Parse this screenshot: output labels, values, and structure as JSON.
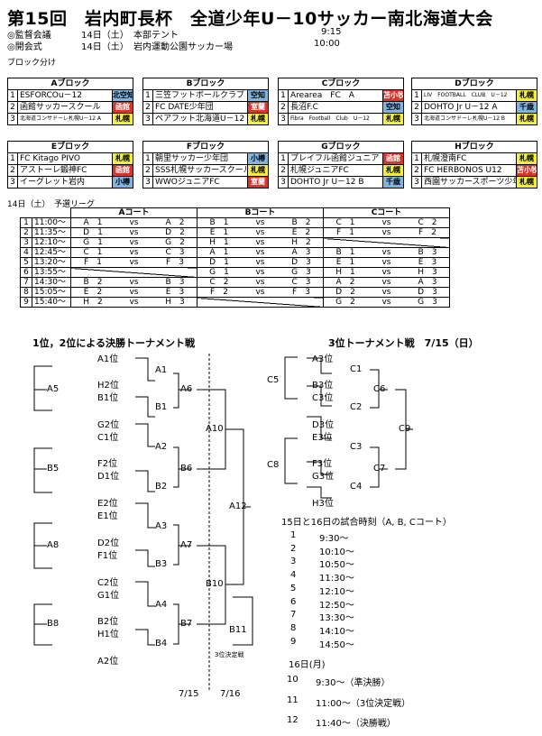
{
  "title": "第15回　岩内町長杯　全道少年U－10サッカー南北海道大会",
  "info": {
    "meeting_label": "◎監督会議",
    "meeting_date": "14日（土）",
    "meeting_place": "本部テント",
    "meeting_time": "9:15",
    "opening_label": "◎開会式",
    "opening_date": "14日（土）",
    "opening_place": "岩内運動公園サッカー場",
    "opening_time": "10:00"
  },
  "block_heading": "ブロック分け",
  "blocks": [
    {
      "name": "Aブロック",
      "teams": [
        {
          "n": "1",
          "name": "ESFORCOu－12",
          "tag": "北空知",
          "color": "blue",
          "tiny": false
        },
        {
          "n": "2",
          "name": "函館サッカースクール",
          "tag": "函館",
          "color": "red",
          "tiny": false
        },
        {
          "n": "3",
          "name": "北海道コンサドーレ札幌U－12 A",
          "tag": "札幌",
          "color": "yellow",
          "tiny": true
        }
      ]
    },
    {
      "name": "Bブロック",
      "teams": [
        {
          "n": "1",
          "name": "三笠フットボールクラブ",
          "tag": "空知",
          "color": "blue",
          "tiny": false
        },
        {
          "n": "2",
          "name": "FC DATE少年団",
          "tag": "室蘭",
          "color": "red",
          "tiny": false
        },
        {
          "n": "3",
          "name": "ペアフット北海道U－12",
          "tag": "札幌",
          "color": "yellow",
          "tiny": false
        }
      ]
    },
    {
      "name": "Cブロック",
      "teams": [
        {
          "n": "1",
          "name": "Arearea　FC　A",
          "tag": "苫小牧",
          "color": "red",
          "tiny": false
        },
        {
          "n": "2",
          "name": "長沼F.C",
          "tag": "空知",
          "color": "blue",
          "tiny": false
        },
        {
          "n": "3",
          "name": "Fibra　Football　Club　U－12",
          "tag": "札幌",
          "color": "yellow",
          "tiny": true
        }
      ]
    },
    {
      "name": "Dブロック",
      "teams": [
        {
          "n": "1",
          "name": "LIV　FOOTBALL　CLUB　U－12",
          "tag": "札幌",
          "color": "yellow",
          "tiny": true
        },
        {
          "n": "2",
          "name": "DOHTO Jr U－12 A",
          "tag": "千歳",
          "color": "blue",
          "tiny": false
        },
        {
          "n": "3",
          "name": "北海道コンサドーレ札幌U－12 B",
          "tag": "札幌",
          "color": "yellow",
          "tiny": true
        }
      ]
    },
    {
      "name": "Eブロック",
      "teams": [
        {
          "n": "1",
          "name": "FC  Kitago PIVO",
          "tag": "札幌",
          "color": "yellow",
          "tiny": false
        },
        {
          "n": "2",
          "name": "アストーレ鍛神FC",
          "tag": "函館",
          "color": "red",
          "tiny": false
        },
        {
          "n": "3",
          "name": "イーグレット岩内",
          "tag": "小樽",
          "color": "blue",
          "tiny": false
        }
      ]
    },
    {
      "name": "Fブロック",
      "teams": [
        {
          "n": "1",
          "name": "朝里サッカー少年団",
          "tag": "小樽",
          "color": "blue",
          "tiny": false
        },
        {
          "n": "2",
          "name": "SSS札幌サッカースクール",
          "tag": "札幌",
          "color": "yellow",
          "tiny": false
        },
        {
          "n": "3",
          "name": "WWOジュニアFC",
          "tag": "室蘭",
          "color": "red",
          "tiny": false
        }
      ]
    },
    {
      "name": "Gブロック",
      "teams": [
        {
          "n": "1",
          "name": "プレイフル函館ジュニア",
          "tag": "函館",
          "color": "red",
          "tiny": false
        },
        {
          "n": "2",
          "name": "札幌ジュニアFC",
          "tag": "札幌",
          "color": "yellow",
          "tiny": false
        },
        {
          "n": "3",
          "name": "DOHTO Jr U－12 B",
          "tag": "千歳",
          "color": "blue",
          "tiny": false
        }
      ]
    },
    {
      "name": "Hブロック",
      "teams": [
        {
          "n": "1",
          "name": "札幌澄南FC",
          "tag": "札幌",
          "color": "yellow",
          "tiny": false
        },
        {
          "n": "2",
          "name": "FC HERBONOS U12",
          "tag": "苫小牧",
          "color": "red",
          "tiny": false
        },
        {
          "n": "3",
          "name": "西園サッカースポーツ少年団",
          "tag": "札幌",
          "color": "yellow",
          "tiny": false
        }
      ]
    }
  ],
  "league_heading": "14日（土）　予選リーグ",
  "schedule": {
    "courts": [
      "Aコート",
      "Bコート",
      "Cコート"
    ],
    "vs": "vs",
    "rows": [
      {
        "n": "1",
        "time": "11:00～",
        "a": [
          "A　1",
          "A　2"
        ],
        "b": [
          "B　1",
          "B　2"
        ],
        "c": [
          "C　1",
          "C　2"
        ]
      },
      {
        "n": "2",
        "time": "11:35～",
        "a": [
          "D　1",
          "D　2"
        ],
        "b": [
          "E　1",
          "E　2"
        ],
        "c": [
          "F　1",
          "F　2"
        ]
      },
      {
        "n": "3",
        "time": "12:10～",
        "a": [
          "G　1",
          "G　2"
        ],
        "b": [
          "H　1",
          "H　2"
        ],
        "c": null
      },
      {
        "n": "4",
        "time": "12:45～",
        "a": [
          "C　1",
          "C　3"
        ],
        "b": [
          "A　1",
          "A　3"
        ],
        "c": [
          "B　1",
          "B　3"
        ]
      },
      {
        "n": "5",
        "time": "13:20～",
        "a": [
          "F　1",
          "F　3"
        ],
        "b": [
          "D　1",
          "D　3"
        ],
        "c": [
          "E　1",
          "E　3"
        ]
      },
      {
        "n": "6",
        "time": "13:55～",
        "a": null,
        "b": [
          "G　1",
          "G　3"
        ],
        "c": [
          "H　1",
          "H　3"
        ]
      },
      {
        "n": "7",
        "time": "14:30～",
        "a": [
          "B　2",
          "B　3"
        ],
        "b": [
          "C　2",
          "C　3"
        ],
        "c": [
          "A　2",
          "A　3"
        ]
      },
      {
        "n": "8",
        "time": "15:05～",
        "a": [
          "E　2",
          "E　3"
        ],
        "b": [
          "F　2",
          "F　3"
        ],
        "c": [
          "D　2",
          "D　3"
        ]
      },
      {
        "n": "9",
        "time": "15:40～",
        "a": [
          "H　2",
          "H　3"
        ],
        "b": null,
        "c": [
          "G　2",
          "G　3"
        ]
      }
    ]
  },
  "final_heading": "1位，2位による決勝トーナメント戦",
  "third_heading": "3位トーナメント戦　7/15（日）",
  "final_seeds": [
    "A1位",
    "H2位",
    "B1位",
    "G2位",
    "C1位",
    "F2位",
    "D1位",
    "E2位",
    "E1位",
    "D2位",
    "F1位",
    "C2位",
    "G1位",
    "B2位",
    "H1位",
    "A2位"
  ],
  "final_matches": {
    "r1": [
      "A1",
      "B1",
      "A2",
      "B2",
      "A3",
      "B3",
      "A4",
      "B4"
    ],
    "r2": [
      "A5",
      "A6",
      "B5",
      "B6",
      "A7",
      "A8",
      "B7",
      "B8"
    ],
    "r3": [
      "A10",
      "B10"
    ],
    "r4": [
      "A12",
      "B11"
    ],
    "third_place_label": "3位決定戦"
  },
  "final_dates": [
    "7/15",
    "7/16"
  ],
  "third_seeds": [
    "A3位",
    "B3位",
    "C3位",
    "D3位",
    "E3位",
    "F3位",
    "G3位",
    "H3位"
  ],
  "third_matches": [
    "C1",
    "C2",
    "C3",
    "C4",
    "C5",
    "C6",
    "C7",
    "C8",
    "C9"
  ],
  "times_heading": "15日と16日の試合時刻（A, B, Cコート）",
  "times_1516": [
    {
      "n": "1",
      "t": "9:30～"
    },
    {
      "n": "2",
      "t": "10:10～"
    },
    {
      "n": "3",
      "t": "10:50～"
    },
    {
      "n": "4",
      "t": "11:30～"
    },
    {
      "n": "5",
      "t": "12:10～"
    },
    {
      "n": "6",
      "t": "12:50～"
    },
    {
      "n": "7",
      "t": "13:30～"
    },
    {
      "n": "8",
      "t": "14:10～"
    },
    {
      "n": "9",
      "t": "14:50～"
    }
  ],
  "day16_heading": "16日(月)",
  "times_16": [
    {
      "n": "10",
      "t": "9:30～（準決勝）"
    },
    {
      "n": "11",
      "t": "11:00～（3位決定戦）"
    },
    {
      "n": "12",
      "t": "11:40～（決勝戦）"
    }
  ]
}
